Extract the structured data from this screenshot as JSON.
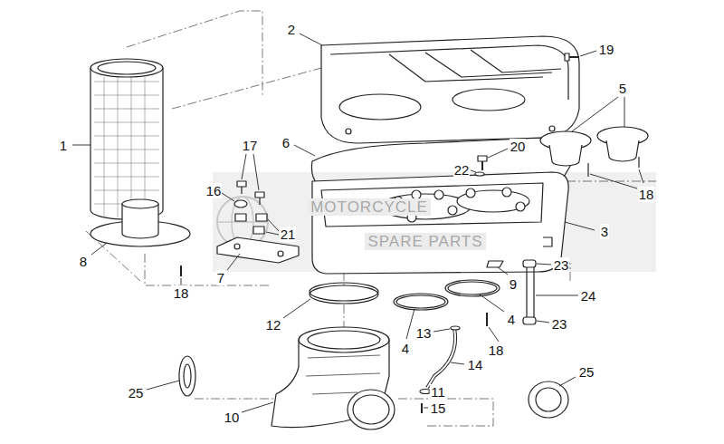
{
  "diagram": {
    "labels": [
      "1",
      "2",
      "3",
      "4",
      "4",
      "5",
      "6",
      "7",
      "8",
      "9",
      "10",
      "11",
      "12",
      "13",
      "14",
      "15",
      "16",
      "17",
      "18",
      "18",
      "18",
      "19",
      "20",
      "21",
      "22",
      "23",
      "23",
      "24",
      "25",
      "25",
      "MOTORCYCLE",
      "SPARE PARTS"
    ]
  }
}
